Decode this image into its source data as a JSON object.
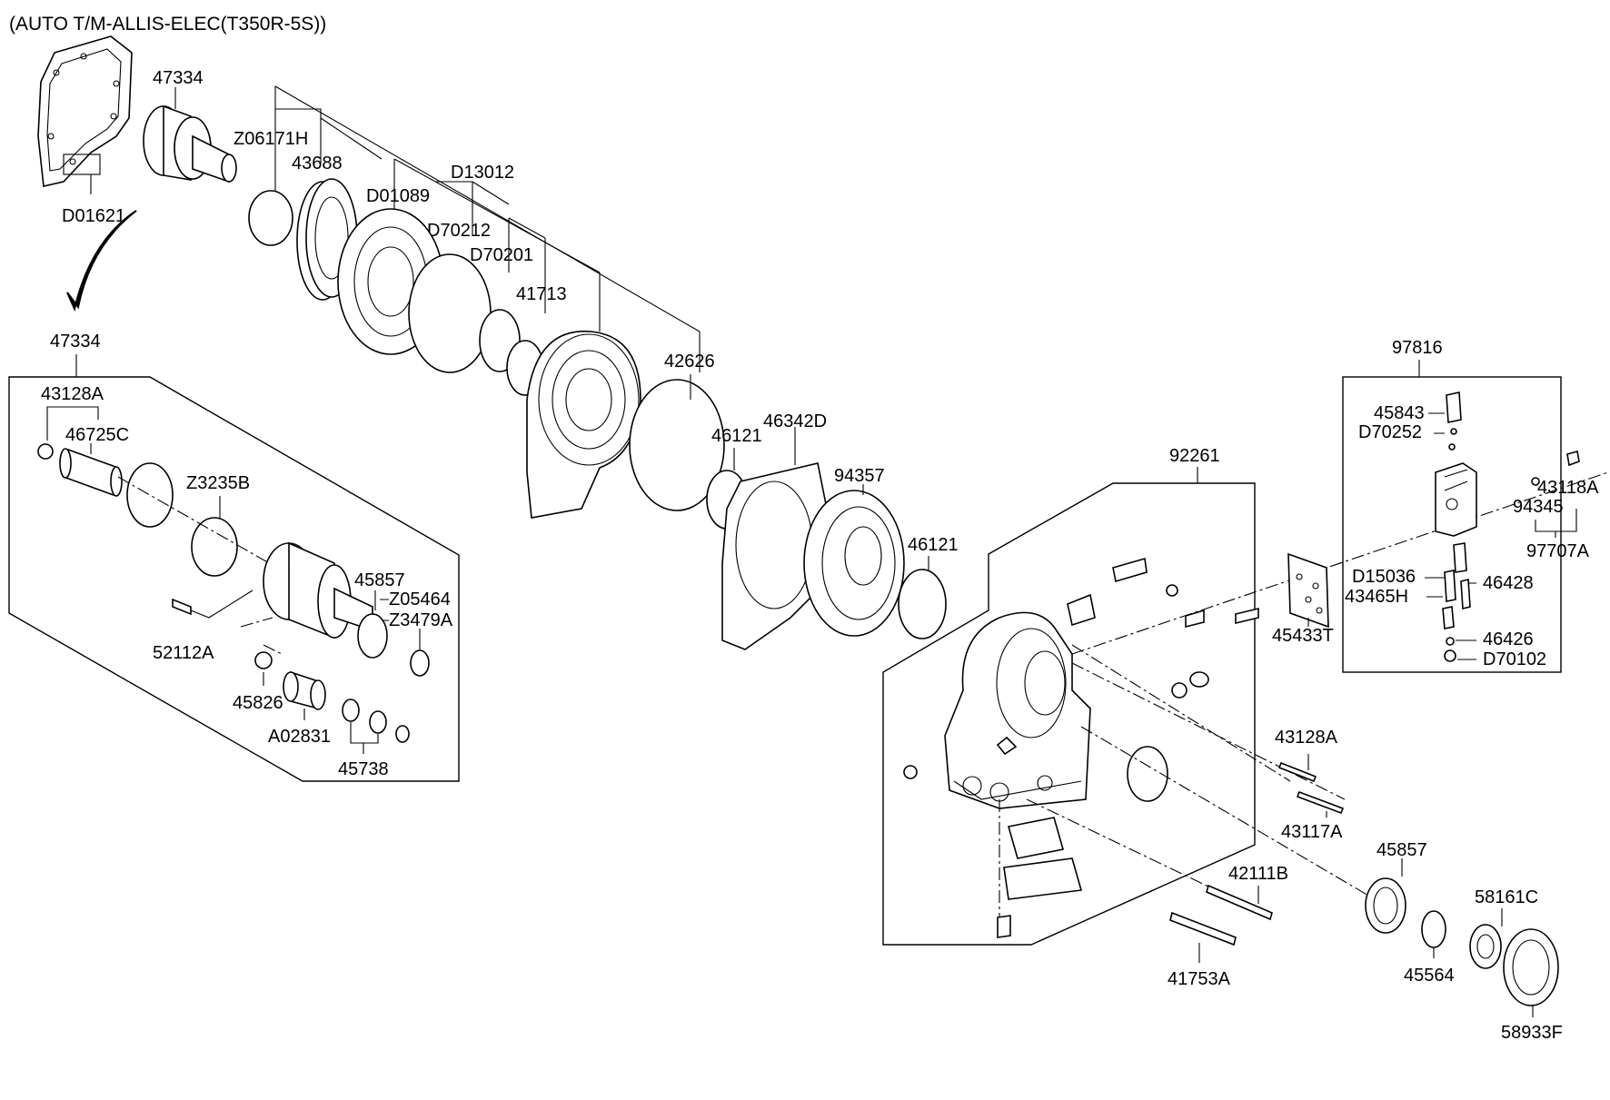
{
  "title": "(AUTO T/M-ALLIS-ELEC(T350R-5S))",
  "labels": {
    "p47334_top": "47334",
    "z06171h": "Z06171H",
    "p43688": "43688",
    "d13012": "D13012",
    "d01089": "D01089",
    "d70212": "D70212",
    "d70201": "D70201",
    "p41713": "41713",
    "d01621": "D01621",
    "p42626": "42626",
    "p46121_a": "46121",
    "p46342d": "46342D",
    "p94357": "94357",
    "p46121_b": "46121",
    "p47334_box": "47334",
    "p43128a_box": "43128A",
    "p46725c": "46725C",
    "z3235b": "Z3235B",
    "p45857_box": "45857",
    "z05464": "Z05464",
    "z3479a": "Z3479A",
    "p52112a": "52112A",
    "p45826": "45826",
    "a02831": "A02831",
    "p45738": "45738",
    "p92261": "92261",
    "p97816": "97816",
    "p45843": "45843",
    "d70252": "D70252",
    "p43118a": "43118A",
    "p94345": "94345",
    "p97707a": "97707A",
    "d15036": "D15036",
    "p43465h": "43465H",
    "p46428": "46428",
    "p45433t": "45433T",
    "p46426": "46426",
    "d70102": "D70102",
    "p43128a_right": "43128A",
    "p43117a": "43117A",
    "p45857_right": "45857",
    "p42111b": "42111B",
    "p58161c": "58161C",
    "p41753a": "41753A",
    "p45564": "45564",
    "p58933f": "58933F"
  }
}
